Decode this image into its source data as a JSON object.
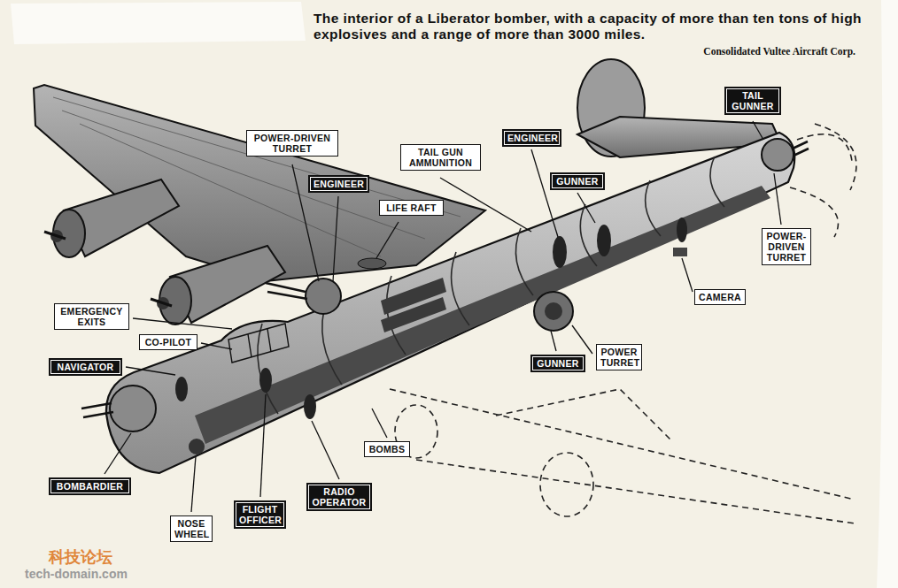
{
  "diagram": {
    "caption": "The interior of a Liberator bomber, with a capacity of more than ten tons of high explosives and a range of more than 3000 miles.",
    "nodes": [
      {
        "text": [
          "POWER-DRIVEN TURRET"
        ]
      },
      {
        "text": [
          "ENGINEER"
        ]
      },
      {
        "text": [
          "TAIL GUN AMMUNITION"
        ]
      },
      {
        "text": [
          "ENGINEER"
        ]
      },
      {
        "text": [
          "GUNNER"
        ]
      },
      {
        "text": [
          "TAIL GUNNER"
        ]
      },
      {
        "text": [
          "LIFE RAFT"
        ]
      },
      {
        "text": [
          "EMERGENCY EXITS"
        ]
      },
      {
        "text": [
          "CO-PILOT"
        ]
      },
      {
        "text": [
          "NAVIGATOR"
        ]
      },
      {
        "text": [
          "POWER-DRIVEN TURRET"
        ]
      },
      {
        "text": [
          "CAMERA"
        ]
      },
      {
        "text": [
          "POWER TURRET"
        ]
      },
      {
        "text": [
          "GUNNER"
        ]
      },
      {
        "text": [
          "BOMBS"
        ]
      },
      {
        "text": [
          "BOMBARDIER"
        ]
      },
      {
        "text": [
          "RADIO OPERATOR"
        ]
      },
      {
        "text": [
          "NOSE WHEEL"
        ]
      },
      {
        "text": [
          "FLIGHT OFFICER"
        ]
      }
    ],
    "labels": [
      "Consolidated Vultee Aircraft Corp.",
      "科技论坛",
      "tech-domain.com"
    ]
  }
}
